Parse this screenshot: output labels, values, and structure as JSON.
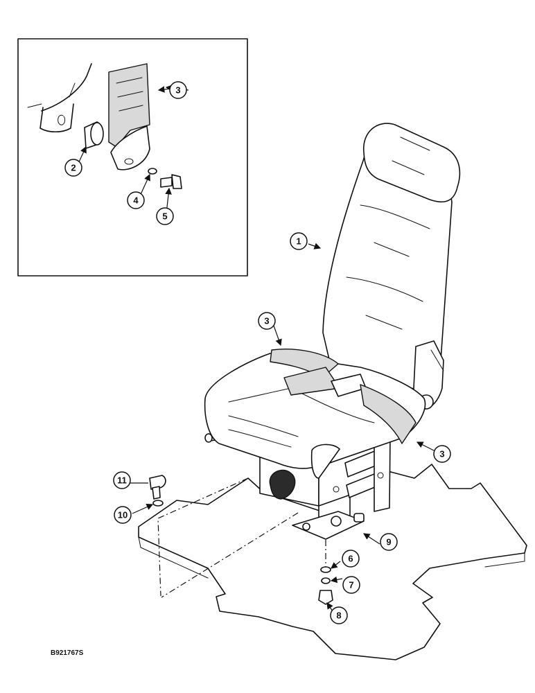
{
  "figure_code": "B921767S",
  "callouts": {
    "c1": "1",
    "c2": "2",
    "c3a": "3",
    "c3b": "3",
    "c3c": "3",
    "c4": "4",
    "c5": "5",
    "c6": "6",
    "c7": "7",
    "c8": "8",
    "c9": "9",
    "c10": "10",
    "c11": "11"
  }
}
